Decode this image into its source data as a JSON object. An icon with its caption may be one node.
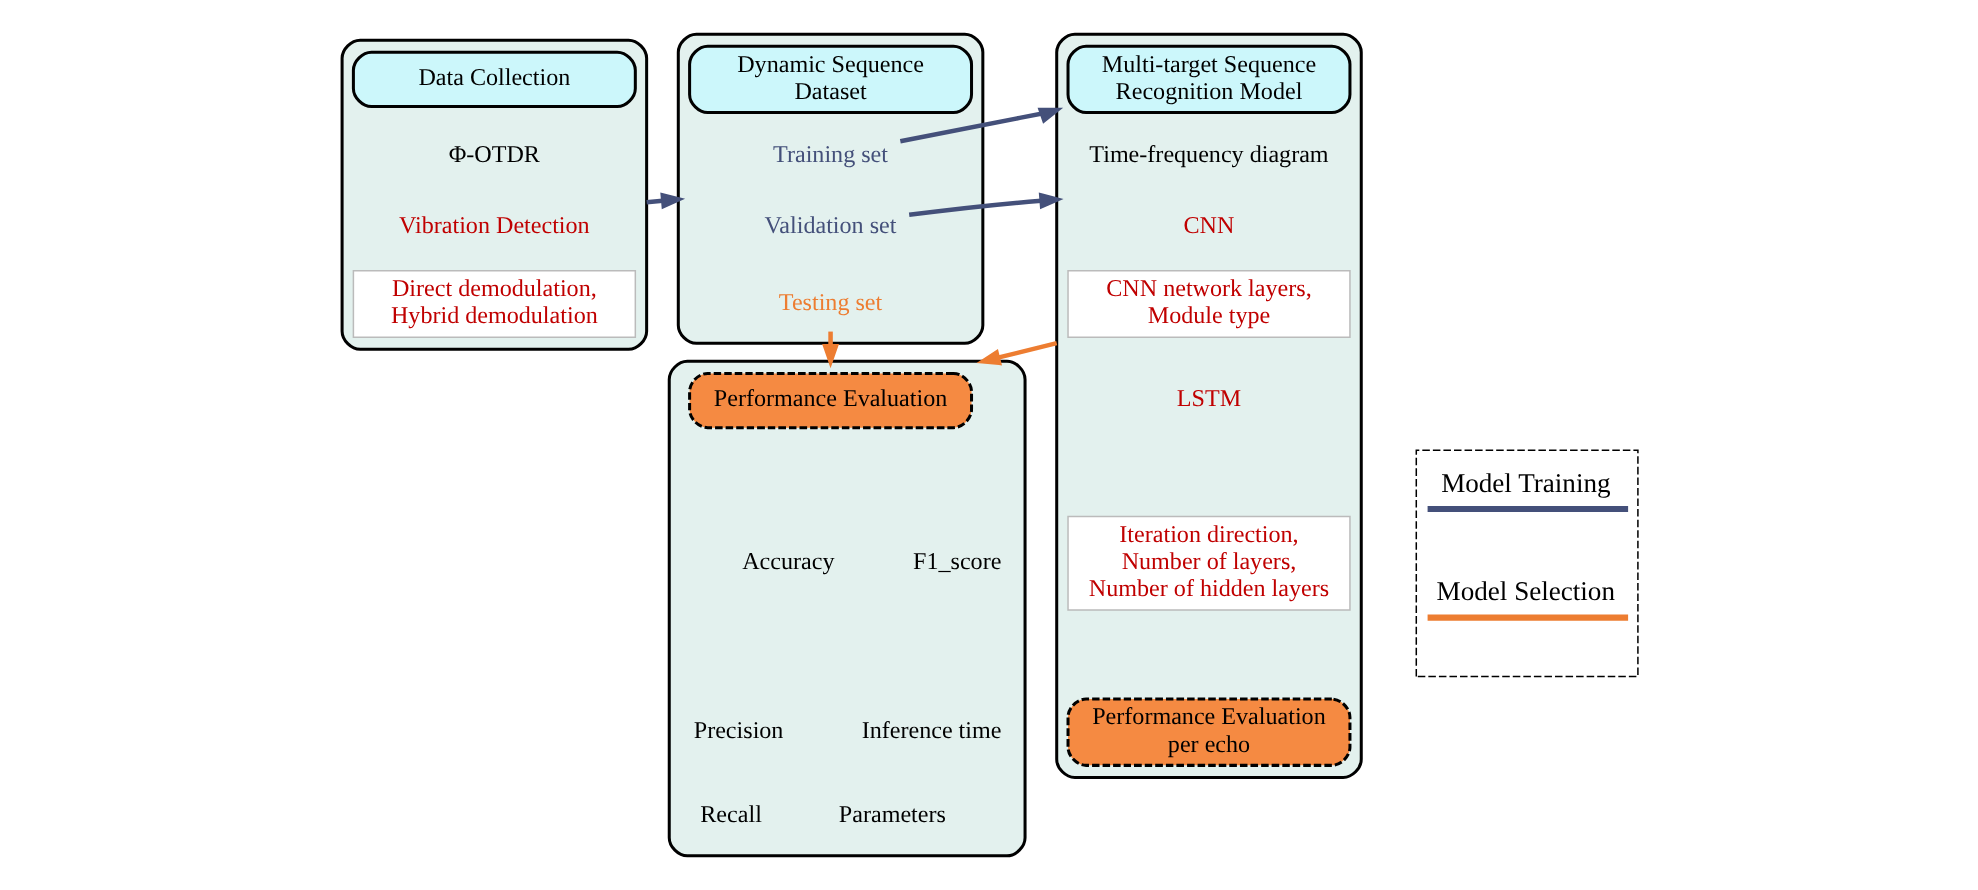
{
  "diagram": {
    "nodes": [
      {
        "text": [],
        "shape": "box"
      },
      {
        "text": [
          "Data Collection"
        ],
        "in": 0
      },
      {
        "text": [
          "Φ-OTDR"
        ],
        "in": 0
      },
      {
        "text": [
          "Vibration Detection"
        ],
        "in": 0
      },
      {
        "text": [
          "Direct demodulation, Hybrid demodulation"
        ],
        "in": 0
      },
      {
        "text": [],
        "shape": "box"
      },
      {
        "text": [
          "Dynamic Sequence Dataset"
        ],
        "in": 5
      },
      {
        "text": [
          "Training set"
        ],
        "in": 5
      },
      {
        "text": [
          "Validation set"
        ],
        "in": 5
      },
      {
        "text": [
          "Testing set"
        ],
        "in": 5
      },
      {
        "text": [],
        "shape": "box"
      },
      {
        "text": [
          "Multi-target Sequence Recognition Model"
        ],
        "in": 10
      },
      {
        "text": [
          "Time-frequency diagram"
        ],
        "in": 10
      },
      {
        "text": [
          "CNN"
        ],
        "in": 10
      },
      {
        "text": [
          "CNN network layers, Module type"
        ],
        "in": 10
      },
      {
        "text": [
          "LSTM"
        ],
        "in": 10
      },
      {
        "text": [
          "Iteration direction, Number of layers, Number of hidden layers"
        ],
        "in": 10
      },
      {
        "text": [
          "Performance Evaluation per echo"
        ],
        "in": 10
      },
      {
        "text": [],
        "shape": "box"
      },
      {
        "text": [
          "Performance Evaluation"
        ],
        "in": 18
      },
      {
        "text": [
          "Accuracy"
        ],
        "in": 18
      },
      {
        "text": [
          "F1_score"
        ],
        "in": 18
      },
      {
        "text": [
          "Precision"
        ],
        "in": 18
      },
      {
        "text": [
          "Inference time"
        ],
        "in": 18
      },
      {
        "text": [
          "Recall"
        ],
        "in": 18
      },
      {
        "text": [
          "Parameters"
        ],
        "in": 18
      }
    ],
    "edges": [
      {
        "from": 0,
        "to": 5,
        "arrow": "to"
      },
      {
        "from": 7,
        "to": 10,
        "arrow": "to"
      },
      {
        "from": 8,
        "to": 10,
        "arrow": "to"
      },
      {
        "from": 9,
        "to": 18,
        "arrow": "to",
        "color": "#ed7d31"
      },
      {
        "from": 10,
        "to": 18,
        "arrow": "to",
        "color": "#ed7d31"
      }
    ],
    "legend": [
      {
        "text": "Model Training"
      },
      {
        "text": "Model Selection"
      }
    ]
  }
}
